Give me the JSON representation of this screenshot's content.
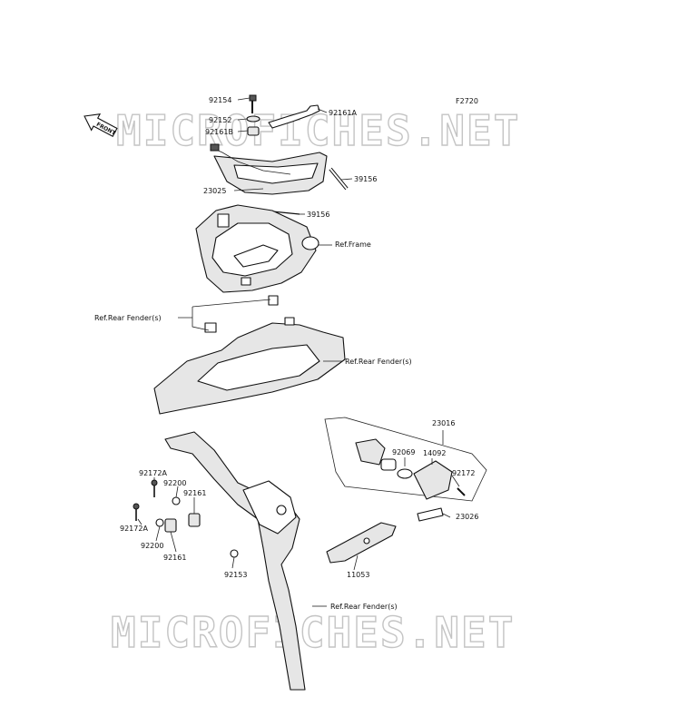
{
  "figure_code": "F2720",
  "front_label": "FRONT",
  "watermark": "MICROFICHES.NET",
  "parts": [
    {
      "id": "92154"
    },
    {
      "id": "92161A"
    },
    {
      "id": "92152"
    },
    {
      "id": "92161B"
    },
    {
      "id": "39156"
    },
    {
      "id": "23025"
    },
    {
      "id": "39156"
    },
    {
      "id": "23016"
    },
    {
      "id": "92069"
    },
    {
      "id": "14092"
    },
    {
      "id": "92172"
    },
    {
      "id": "23026"
    },
    {
      "id": "92172A"
    },
    {
      "id": "92200"
    },
    {
      "id": "92161"
    },
    {
      "id": "92172A"
    },
    {
      "id": "92200"
    },
    {
      "id": "92161"
    },
    {
      "id": "92153"
    },
    {
      "id": "11053"
    }
  ],
  "refs": {
    "frame": "Ref.Frame",
    "rear_fender_left": "Ref.Rear Fender(s)",
    "rear_fender_right": "Ref.Rear Fender(s)",
    "rear_fender_bottom": "Ref.Rear Fender(s)"
  }
}
